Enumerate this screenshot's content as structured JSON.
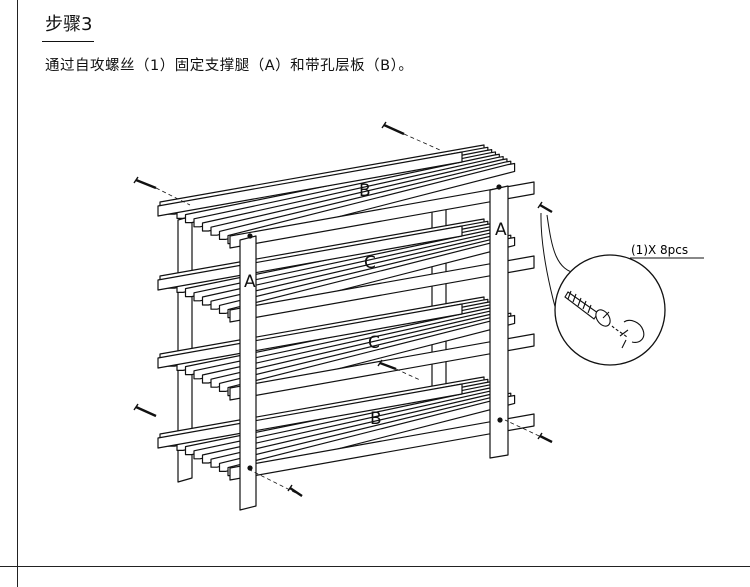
{
  "step": {
    "title": "步骤3"
  },
  "instruction": {
    "text": "通过自攻螺丝（1）固定支撑腿（A）和带孔层板（B）。"
  },
  "callout": {
    "screw_label": "(1)X 8pcs"
  },
  "parts": {
    "leg_left": "A",
    "leg_right": "A",
    "shelf_top": "B",
    "shelf_2": "C",
    "shelf_3": "C",
    "shelf_bottom": "B"
  }
}
